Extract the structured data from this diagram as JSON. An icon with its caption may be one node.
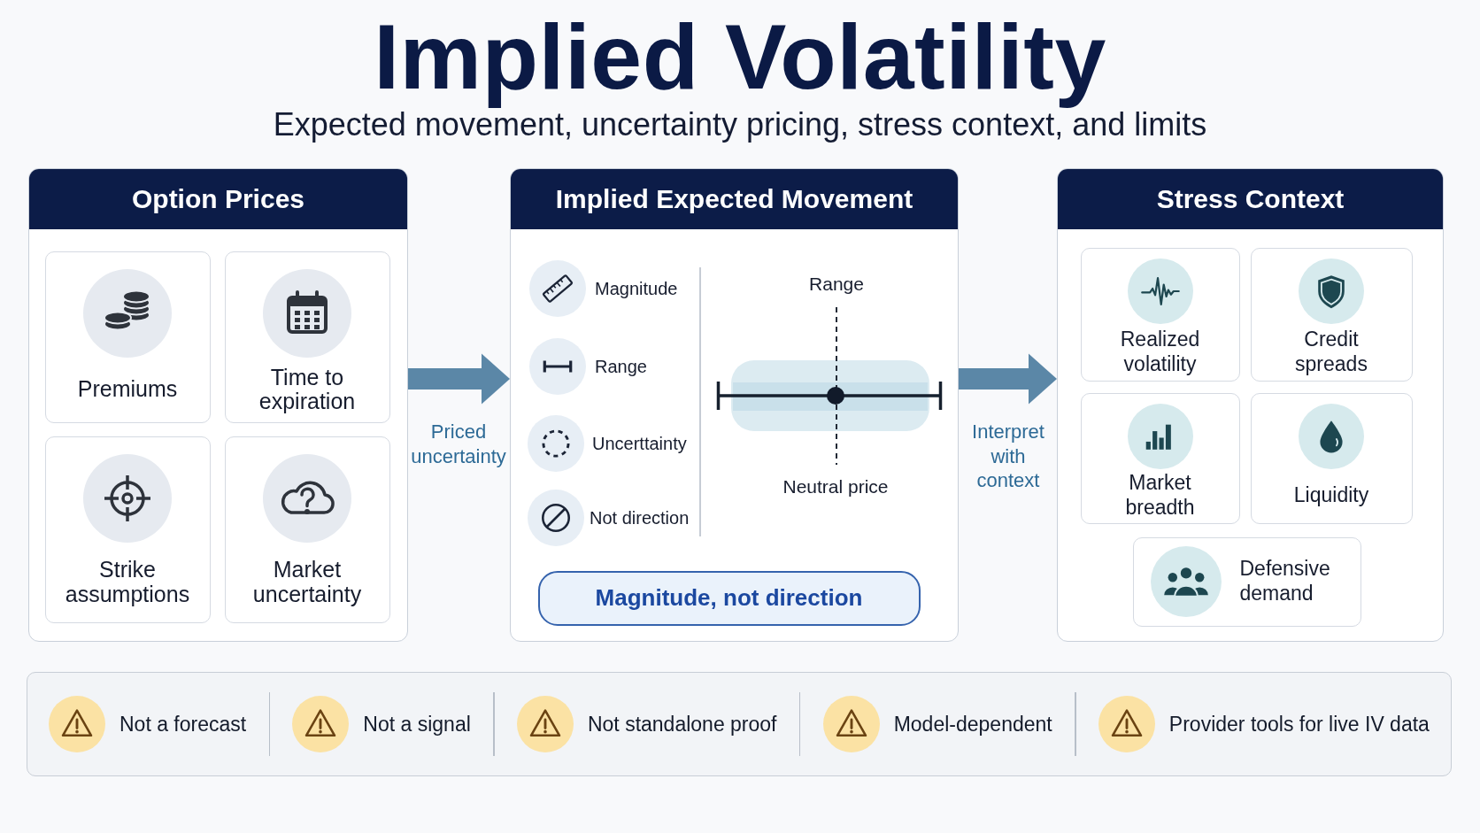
{
  "diagram": {
    "title": "Implied Volatility",
    "nodes": [
      {
        "text": [
          "Option Prices"
        ]
      },
      {
        "text": [
          "Premiums"
        ],
        "in": 0
      },
      {
        "text": [
          "Time to expiration"
        ],
        "in": 0
      },
      {
        "text": [
          "Strike assumptions"
        ],
        "in": 0
      },
      {
        "text": [
          "Market uncertainty"
        ],
        "in": 0
      },
      {
        "text": [
          "Implied Expected Movement"
        ]
      },
      {
        "text": [
          "Magnitude, not direction"
        ],
        "in": 5
      },
      {
        "text": [
          "Stress Context"
        ]
      },
      {
        "text": [
          "Realized volatility"
        ],
        "in": 7
      },
      {
        "text": [
          "Credit spreads"
        ],
        "in": 7
      },
      {
        "text": [
          "Market breadth"
        ],
        "in": 7
      },
      {
        "text": [
          "Liquidity"
        ],
        "in": 7
      },
      {
        "text": [
          "Defensive demand"
        ],
        "in": 7
      }
    ],
    "edges": [
      {
        "from": 0,
        "to": 5,
        "arrow": "to",
        "label": "Priced uncertainty"
      },
      {
        "from": 5,
        "to": 7,
        "arrow": "to",
        "label": "Interpret with context"
      }
    ],
    "labels": [
      "Expected movement, uncertainty pricing, stress context, and limits",
      "Magnitude",
      "Range",
      "Uncerttainty",
      "Not direction",
      "Range",
      "Neutral price",
      "Not a forecast",
      "Not a signal",
      "Not standalone proof",
      "Model-dependent",
      "Provider tools for live IV data"
    ]
  }
}
